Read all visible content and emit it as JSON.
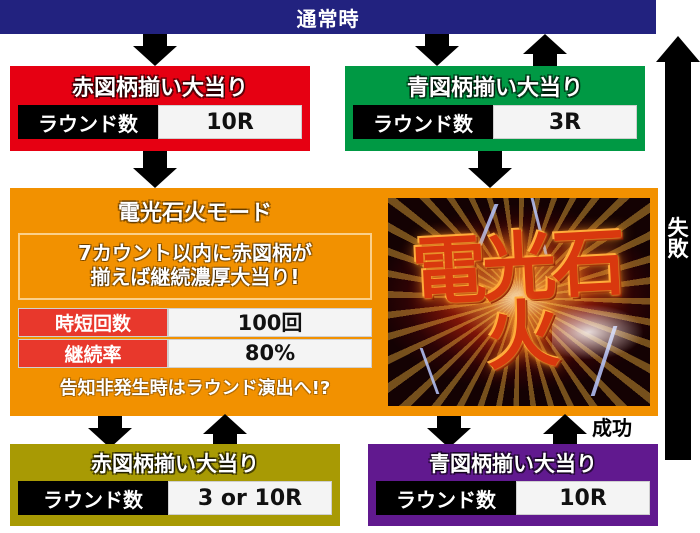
{
  "banner": {
    "label": "通常時"
  },
  "cards": {
    "red": {
      "title": "赤図柄揃い大当り",
      "key": "ラウンド数",
      "value": "10R",
      "color": "#e60012"
    },
    "green": {
      "title": "青図柄揃い大当り",
      "key": "ラウンド数",
      "value": "3R",
      "color": "#009944"
    },
    "olive": {
      "title": "赤図柄揃い大当り",
      "key": "ラウンド数",
      "value": "3 or 10R",
      "color": "#a89a04"
    },
    "purple": {
      "title": "青図柄揃い大当り",
      "key": "ラウンド数",
      "value": "10R",
      "color": "#61198f"
    }
  },
  "mode": {
    "title": "電光石火モード",
    "callout_line1": "7カウント以内に赤図柄が",
    "callout_line2": "揃えば継続濃厚大当り!",
    "stats": [
      {
        "key": "時短回数",
        "value": "100回"
      },
      {
        "key": "継続率",
        "value": "80%"
      }
    ],
    "note": "告知非発生時はラウンド演出へ!?",
    "color": "#f29100",
    "thumbnail_text": "電光石火"
  },
  "flow": {
    "failure_label": "失敗",
    "success_label": "成功"
  }
}
